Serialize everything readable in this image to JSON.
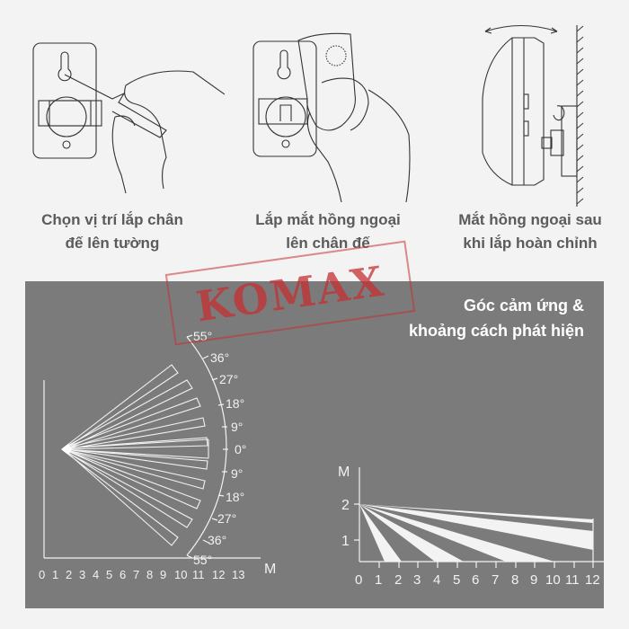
{
  "steps": [
    {
      "id": "step-1",
      "caption_line1": "Chọn vị trí lắp chân",
      "caption_line2": "đế lên tường",
      "illustration": "hand-screwing-mount-bracket-to-wall"
    },
    {
      "id": "step-2",
      "caption_line1": "Lắp mắt hồng ngoại",
      "caption_line2": "lên chân đế",
      "illustration": "hand-attaching-pir-sensor-to-bracket"
    },
    {
      "id": "step-3",
      "caption_line1": "Mắt hồng ngoại sau",
      "caption_line2": "khi lắp hoàn chỉnh",
      "illustration": "pir-sensor-mounted-on-wall-side-view"
    }
  ],
  "watermark": {
    "text": "KOMAX",
    "color": "#c62f33"
  },
  "panel": {
    "title_line1": "Góc cảm ứng &",
    "title_line2": "khoảng cách phát hiện",
    "background": "#7b7b7b"
  },
  "chart_data": [
    {
      "type": "diagram",
      "title": "Detection angle (top view)",
      "xlabel": "M",
      "x_ticks": [
        "0",
        "1",
        "2",
        "3",
        "4",
        "5",
        "6",
        "7",
        "8",
        "9",
        "10",
        "11",
        "12",
        "13"
      ],
      "angle_labels_top_to_bottom": [
        "55°",
        "36°",
        "27°",
        "18°",
        "9°",
        "0°",
        "9°",
        "18°",
        "27°",
        "36°",
        "55°"
      ],
      "beam_count": 11,
      "beam_angles_deg": [
        55,
        36,
        27,
        18,
        9,
        0,
        -9,
        -18,
        -27,
        -36,
        -55
      ],
      "max_range_m": 12
    },
    {
      "type": "diagram",
      "title": "Detection distance (side view)",
      "xlabel": "M",
      "ylabel": "M",
      "x_ticks": [
        "0",
        "1",
        "2",
        "3",
        "4",
        "5",
        "6",
        "7",
        "8",
        "9",
        "10",
        "11",
        "12"
      ],
      "y_ticks": [
        "1",
        "2"
      ],
      "mount_height_m": 2,
      "beams": [
        {
          "near_end_m": 1.2,
          "far_end_m": 2.1,
          "ends_at": "floor"
        },
        {
          "near_end_m": 3.9,
          "far_end_m": 5.3,
          "ends_at": "floor"
        },
        {
          "near_end_m": 7.6,
          "far_end_m": 10.0,
          "ends_at": "floor"
        },
        {
          "top_height_m": 1.15,
          "bottom_height_m": 0.6,
          "x_m": 12,
          "ends_at": "12m limit"
        }
      ],
      "max_range_m": 12
    }
  ]
}
